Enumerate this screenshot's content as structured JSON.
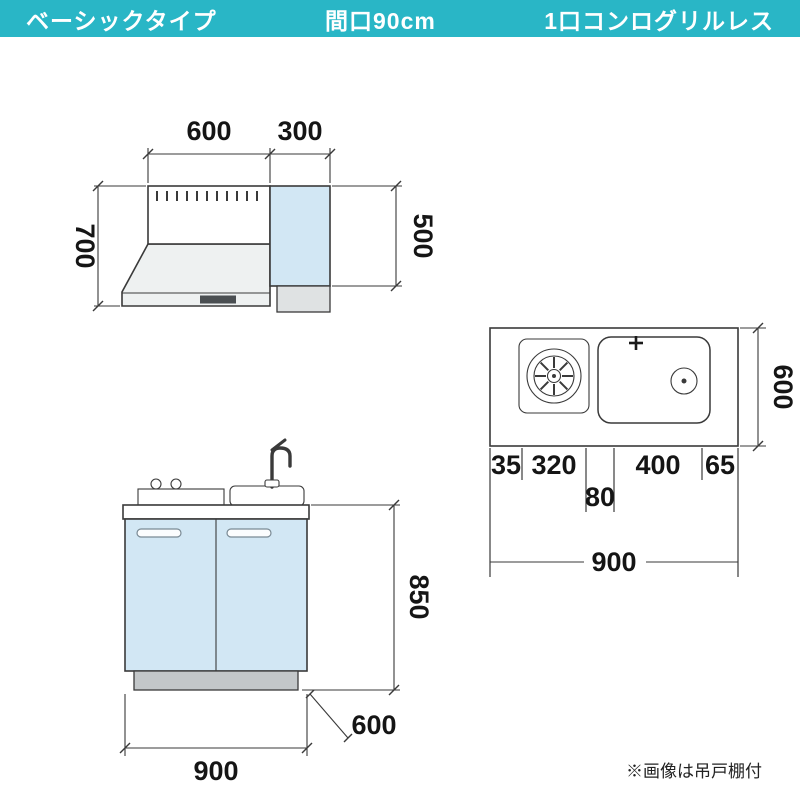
{
  "header": {
    "bg": "#29b6c6",
    "items": [
      {
        "id": "type",
        "label": "ベーシックタイプ"
      },
      {
        "id": "width",
        "label": "間口90cm"
      },
      {
        "id": "burner",
        "label": "1口コンログリルレス"
      }
    ]
  },
  "hood_view": {
    "dim_hood_width": "600",
    "dim_side_width": "300",
    "dim_total_height": "700",
    "dim_side_height": "500"
  },
  "plan_view": {
    "dim_depth": "600",
    "dim_left_edge": "35",
    "dim_burner": "320",
    "dim_gap": "80",
    "dim_sink": "400",
    "dim_right_edge": "65",
    "dim_total_width": "900"
  },
  "front_view": {
    "dim_height": "850",
    "dim_depth": "600",
    "dim_width": "900"
  },
  "footnote": "※画像は吊戸棚付",
  "colors": {
    "accent": "#29b6c6",
    "cabinet_blue": "#d2e7f4",
    "line": "#3a3a3a"
  }
}
